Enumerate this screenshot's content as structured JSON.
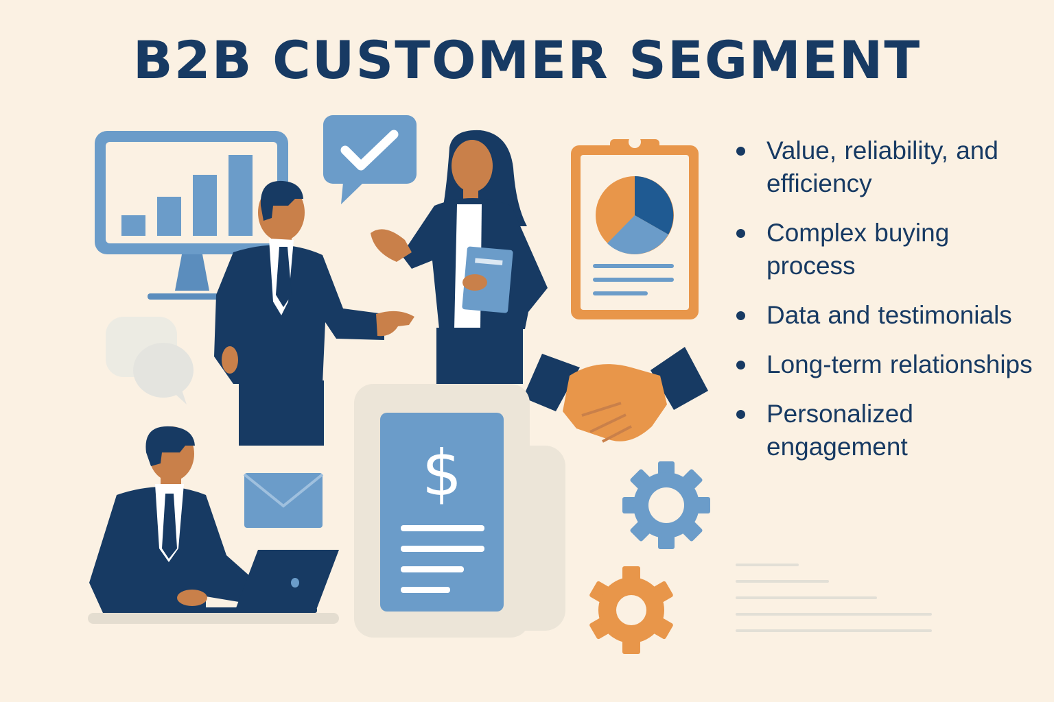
{
  "title": "B2B CUSTOMER SEGMENT",
  "bullets": [
    "Value, reliability, and efficiency",
    "Complex buying process",
    "Data and testimonials",
    "Long-term relationships",
    "Personalized engagement"
  ],
  "icons": [
    "bar-chart-monitor-icon",
    "checkmark-chat-icon",
    "chat-bubbles-icon",
    "clipboard-pie-chart-icon",
    "handshake-icon",
    "gear-icon",
    "envelope-icon",
    "invoice-dollar-icon",
    "laptop-icon"
  ],
  "colors": {
    "background": "#fbf1e3",
    "navy": "#173a63",
    "blue": "#6b9cc9",
    "orange": "#e8964a",
    "skin": "#c9804a"
  }
}
